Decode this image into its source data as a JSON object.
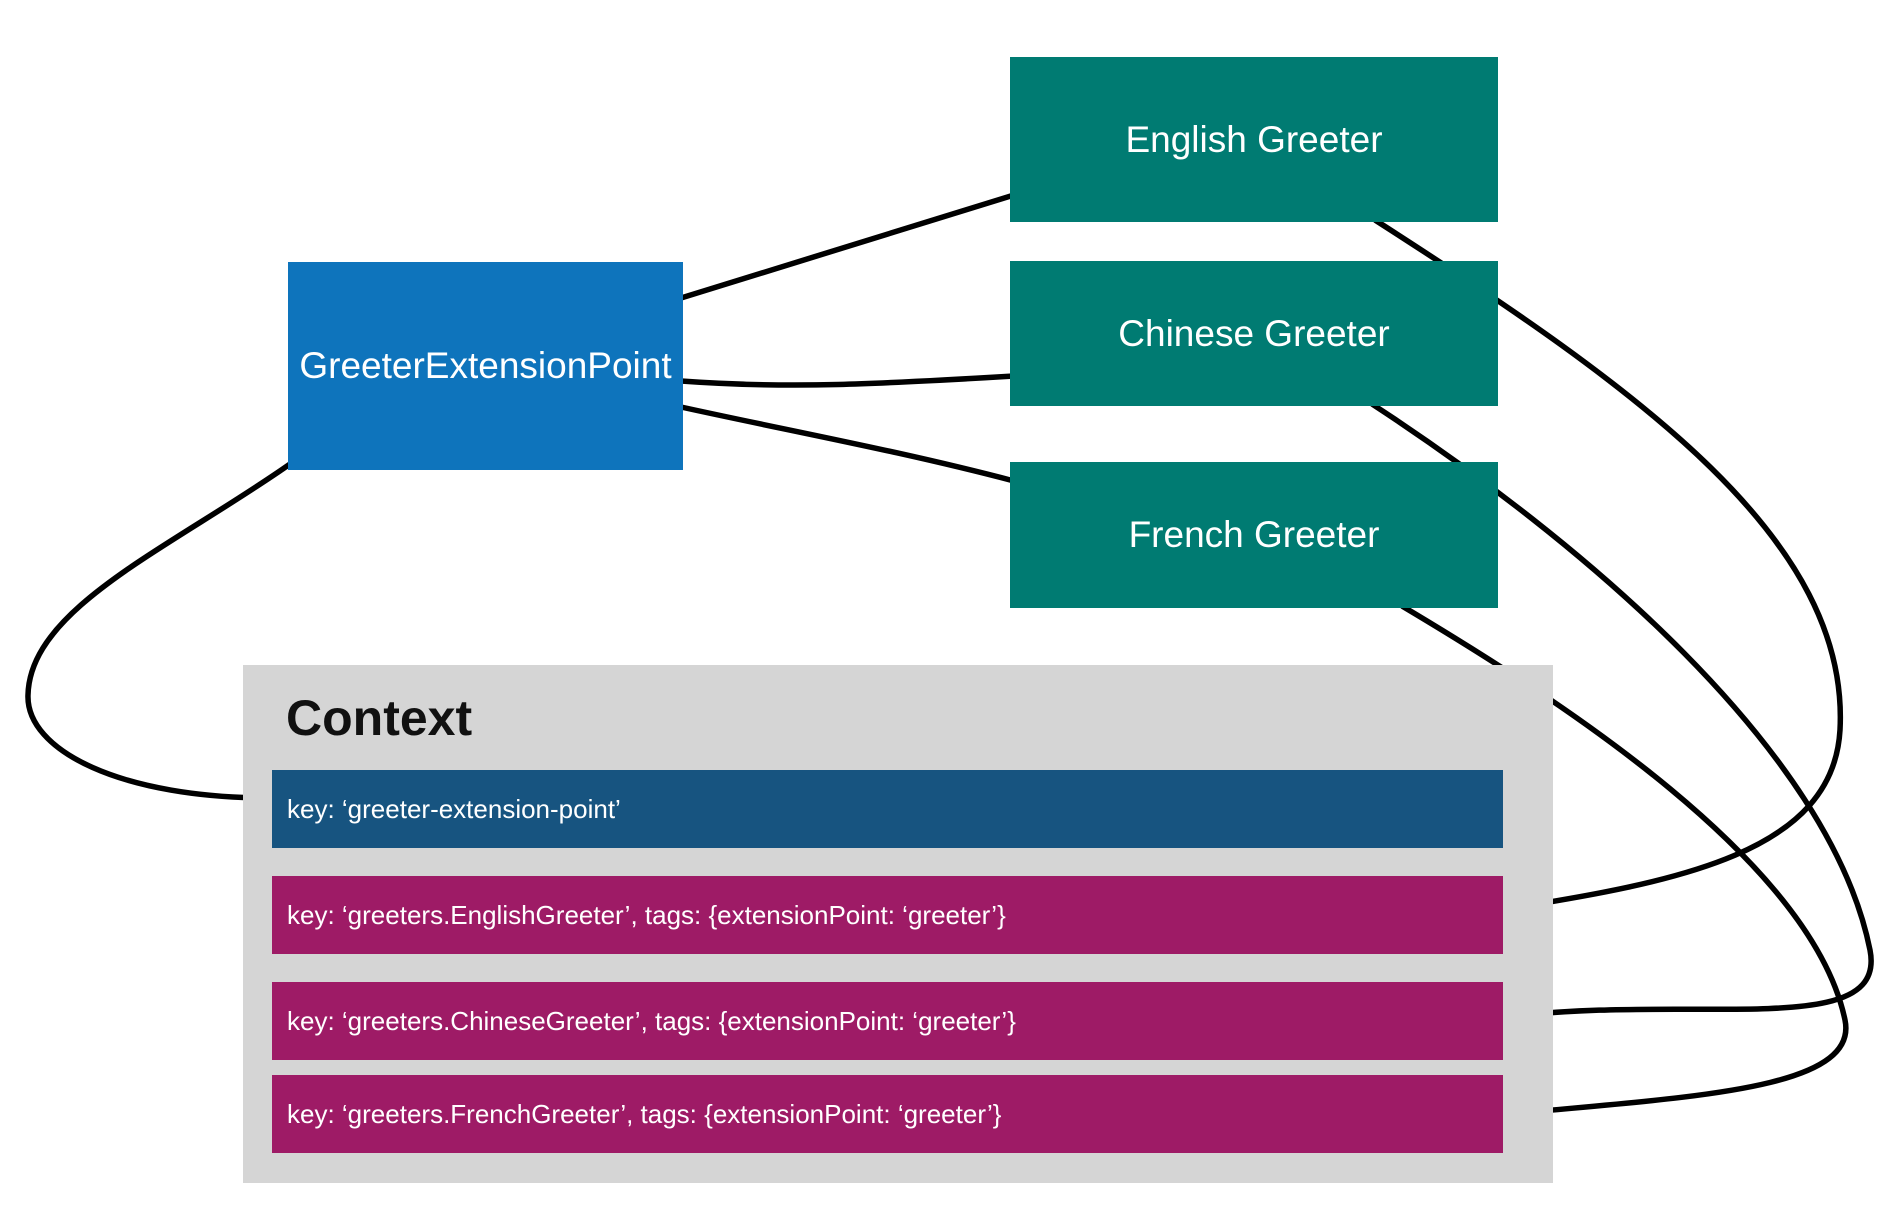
{
  "diagram": {
    "extension_point": {
      "label": "GreeterExtensionPoint",
      "color": "#0E74BC"
    },
    "greeters": [
      {
        "label": "English Greeter"
      },
      {
        "label": "Chinese Greeter"
      },
      {
        "label": "French Greeter"
      }
    ],
    "greeter_color": "#007B72",
    "connector_color": "#000000",
    "context": {
      "title": "Context",
      "background": "#D5D5D5",
      "entries": [
        {
          "text": "key: ‘greeter-extension-point’",
          "color": "#175480"
        },
        {
          "text": "key: ‘greeters.EnglishGreeter’, tags: {extensionPoint: ‘greeter’}",
          "color": "#9E1B66"
        },
        {
          "text": "key: ‘greeters.ChineseGreeter’, tags: {extensionPoint: ‘greeter’}",
          "color": "#9E1B66"
        },
        {
          "text": "key: ‘greeters.FrenchGreeter’, tags: {extensionPoint: ‘greeter’}",
          "color": "#9E1B66"
        }
      ]
    }
  }
}
